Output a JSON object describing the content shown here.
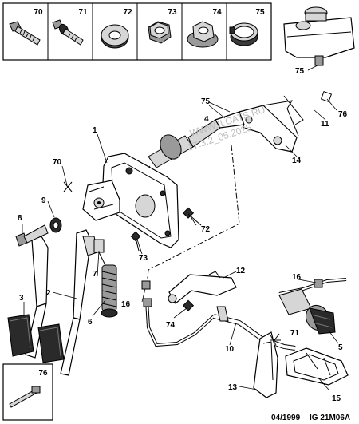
{
  "legend_box": {
    "items": [
      {
        "number": "70",
        "icon": "bolt-icon"
      },
      {
        "number": "71",
        "icon": "bolt-with-washer-icon"
      },
      {
        "number": "72",
        "icon": "flat-washer-icon"
      },
      {
        "number": "73",
        "icon": "hex-nut-icon"
      },
      {
        "number": "74",
        "icon": "flanged-nut-icon"
      },
      {
        "number": "75",
        "icon": "hose-clip-icon"
      }
    ]
  },
  "inset_box": {
    "number": "76",
    "icon": "cable-tie-icon"
  },
  "callouts": {
    "c1": "1",
    "c2": "2",
    "c3": "3",
    "c4": "4",
    "c5": "5",
    "c6": "6",
    "c7": "7",
    "c8": "8",
    "c9": "9",
    "c10": "10",
    "c11": "11",
    "c12": "12",
    "c13": "13",
    "c14": "14",
    "c15": "15",
    "c16a": "16",
    "c16b": "16",
    "c70": "70",
    "c71": "71",
    "c72": "72",
    "c73": "73",
    "c74": "74",
    "c75a": "75",
    "c75b": "75",
    "c76": "76"
  },
  "watermark": {
    "line1": "WWW.ILCATS.RU",
    "line2": "17.3.2_05.2025"
  },
  "footer": {
    "date": "04/1999",
    "code": "IG 21M06A"
  }
}
